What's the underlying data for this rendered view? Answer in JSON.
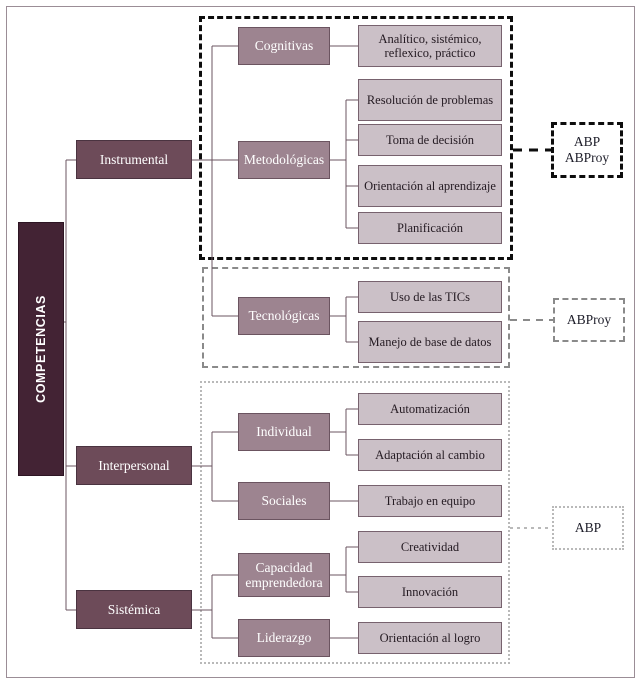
{
  "diagram": {
    "type": "tree",
    "title": "COMPETENCIAS",
    "root": {
      "label": "COMPETENCIAS"
    },
    "branches": [
      {
        "label": "Instrumental",
        "children": [
          {
            "label": "Cognitivas",
            "leaves": [
              "Analítico, sistémico, reflexico, práctico"
            ]
          },
          {
            "label": "Metodológicas",
            "leaves": [
              "Resolución de problemas",
              "Toma de decisión",
              "Orientación al aprendizaje",
              "Planificación"
            ]
          },
          {
            "label": "Tecnológicas",
            "leaves": [
              "Uso de las TICs",
              "Manejo de base de datos"
            ]
          }
        ]
      },
      {
        "label": "Interpersonal",
        "children": [
          {
            "label": "Individual",
            "leaves": [
              "Automatización",
              "Adaptación al cambio"
            ]
          },
          {
            "label": "Sociales",
            "leaves": [
              "Trabajo en equipo"
            ]
          }
        ]
      },
      {
        "label": "Sistémica",
        "children": [
          {
            "label": "Capacidad emprendedora",
            "leaves": [
              "Creatividad",
              "Innovación"
            ]
          },
          {
            "label": "Liderazgo",
            "leaves": [
              "Orientación al logro"
            ]
          }
        ]
      }
    ],
    "nodes": {
      "root": "COMPETENCIAS",
      "instrumental": "Instrumental",
      "interpersonal": "Interpersonal",
      "sistemica": "Sistémica",
      "cognitivas": "Cognitivas",
      "metodologicas": "Metodológicas",
      "tecnologicas": "Tecnológicas",
      "individual": "Individual",
      "sociales": "Sociales",
      "capacidad": "Capacidad emprendedora",
      "liderazgo": "Liderazgo",
      "analitico": "Analítico, sistémico, reflexico, práctico",
      "resolucion": "Resolución de problemas",
      "toma": "Toma de decisión",
      "orientacion_aprendizaje": "Orientación al aprendizaje",
      "planificacion": "Planificación",
      "uso_tics": "Uso de las TICs",
      "manejo_base": "Manejo de base de datos",
      "automatizacion": "Automatización",
      "adaptacion": "Adaptación al cambio",
      "trabajo_equipo": "Trabajo en equipo",
      "creatividad": "Creatividad",
      "innovacion": "Innovación",
      "orientacion_logro": "Orientación al logro"
    },
    "callouts": [
      {
        "id": "callout-abp-abproy",
        "label": "ABP\nABProy",
        "border_style": "dashed-black"
      },
      {
        "id": "callout-abproy",
        "label": "ABProy",
        "border_style": "dashed-gray"
      },
      {
        "id": "callout-abp",
        "label": "ABP",
        "border_style": "dotted-gray"
      }
    ],
    "colors": {
      "root_fill": "#432334",
      "level1_fill": "#6d4b59",
      "level2_fill": "#9d8490",
      "level3_fill": "#cbc0c7",
      "level3_text": "#241a22",
      "connector": "#6b5460",
      "group1_border": "#0d0d0d",
      "group2_border": "#8a8a8a",
      "group3_border": "#b9b9b9",
      "frame_border": "#9b8d96",
      "background": "#ffffff"
    }
  }
}
